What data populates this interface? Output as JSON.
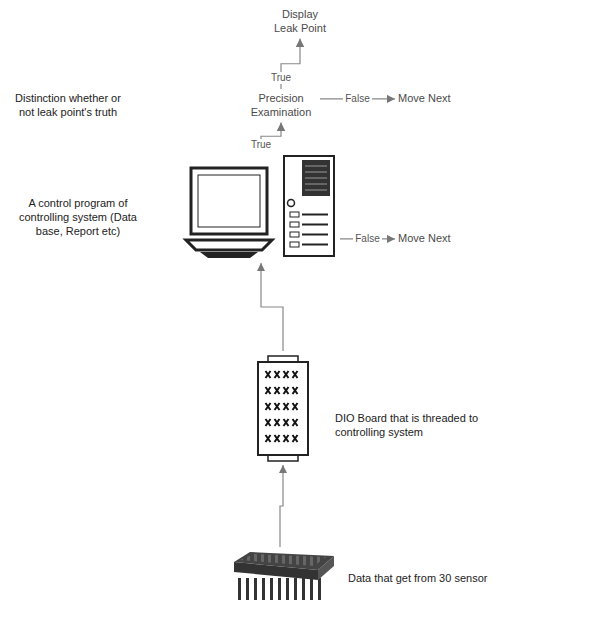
{
  "diagram": {
    "nodes": [
      {
        "text": [
          "Display Leak Point"
        ]
      },
      {
        "text": [
          "Precision Examination"
        ]
      },
      {
        "text": [
          "Move Next"
        ]
      },
      {
        "text": [
          "A control program of controlling system (Data base, Report etc)"
        ]
      },
      {
        "text": [
          "Move Next"
        ]
      },
      {
        "text": [
          "DIO Board that is threaded to controlling system"
        ]
      },
      {
        "text": [
          "Data that get from 30 sensor"
        ]
      }
    ],
    "edges": [
      {
        "from": 1,
        "to": 0,
        "label": "True",
        "arrow": "to"
      },
      {
        "from": 1,
        "to": 2,
        "label": "False",
        "arrow": "to"
      },
      {
        "from": 3,
        "to": 1,
        "label": "True",
        "arrow": "to"
      },
      {
        "from": 3,
        "to": 4,
        "label": "False",
        "arrow": "to"
      },
      {
        "from": 5,
        "to": 3,
        "arrow": "to"
      },
      {
        "from": 6,
        "to": 5,
        "arrow": "to"
      }
    ],
    "labels": [
      "Distinction whether or not leak point's truth"
    ]
  }
}
